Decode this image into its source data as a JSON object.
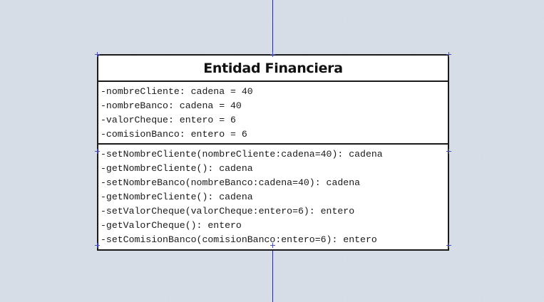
{
  "diagram": {
    "type": "uml-class",
    "class_name": "Entidad Financiera",
    "attributes": [
      "-nombreCliente: cadena = 40",
      "-nombreBanco: cadena = 40",
      "-valorCheque: entero = 6",
      "-comisionBanco: entero = 6"
    ],
    "methods": [
      "-setNombreCliente(nombreCliente:cadena=40): cadena",
      "-getNombreCliente(): cadena",
      "-setNombreBanco(nombreBanco:cadena=40): cadena",
      "-getNombreCliente(): cadena",
      "-setValorCheque(valorCheque:entero=6): entero",
      "-getValorCheque(): entero",
      "-setComisionBanco(comisionBanco:entero=6): entero"
    ]
  },
  "colors": {
    "background": "#ffffff",
    "grid": "#d5dbe4",
    "connector": "#2b2f8c",
    "border": "#1a1a1a",
    "handle": "#4a4fc0"
  }
}
